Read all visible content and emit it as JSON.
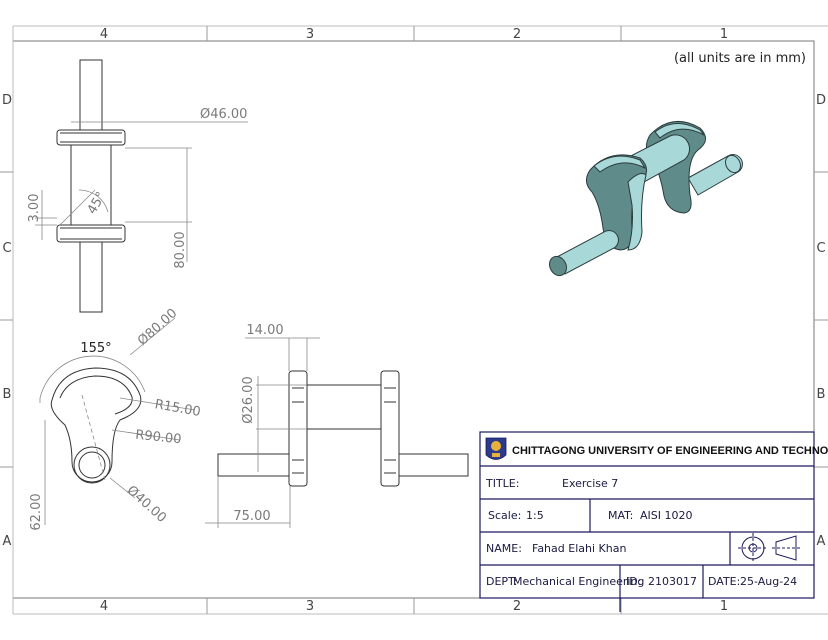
{
  "sheet": {
    "zones_top": [
      "4",
      "3",
      "2",
      "1"
    ],
    "zones_bottom": [
      "4",
      "3",
      "2",
      "1"
    ],
    "zones_left": [
      "D",
      "C",
      "B",
      "A"
    ],
    "zones_right": [
      "D",
      "C",
      "B",
      "A"
    ],
    "units_note": "(all units are in mm)"
  },
  "dimensions": {
    "dia46": "Ø46.00",
    "d3": "3.00",
    "a45": "45°",
    "d80": "80.00",
    "a155": "155°",
    "dia80": "Ø80.00",
    "r15": "R15.00",
    "r90": "R90.00",
    "d62": "62.00",
    "dia40": "Ø40.00",
    "d14": "14.00",
    "dia26": "Ø26.00",
    "d75": "75.00"
  },
  "title_block": {
    "university": "CHITTAGONG UNIVERSITY OF ENGINEERING AND TECHNOLOGY",
    "title_label": "TITLE:",
    "title_value": "Exercise 7",
    "scale_label": "Scale:",
    "scale_value": "1:5",
    "mat_label": "MAT:",
    "mat_value": "AISI 1020",
    "name_label": "NAME:",
    "name_value": "Fahad Elahi Khan",
    "dept_label": "DEPT:",
    "dept_value": "Mechanical Engineering",
    "id_label": "ID:",
    "id_value": "2103017",
    "date_label": "DATE:",
    "date_value": "25-Aug-24"
  },
  "colors": {
    "model_face": "#a8d8d8",
    "model_dark": "#5f8c8a",
    "title_border": "#1a1a5e"
  }
}
